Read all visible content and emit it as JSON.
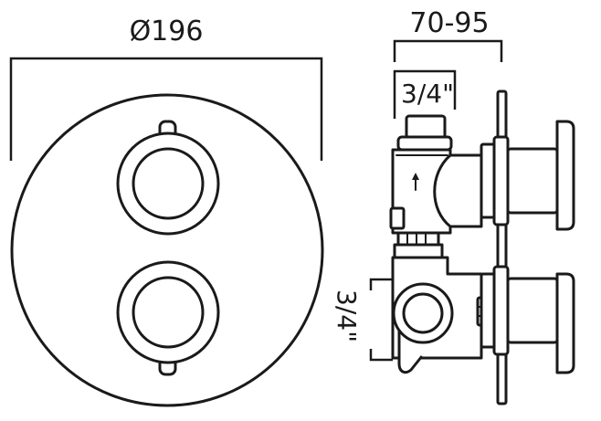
{
  "labels": {
    "front_diameter": "Ø196",
    "side_depth": "70-95",
    "top_inlet": "3/4\"",
    "bottom_outlet": "3/4\""
  },
  "colors": {
    "stroke": "#1a1a1a",
    "background": "#ffffff"
  },
  "icons": {
    "flow_arrow": "arrow-up-icon"
  }
}
